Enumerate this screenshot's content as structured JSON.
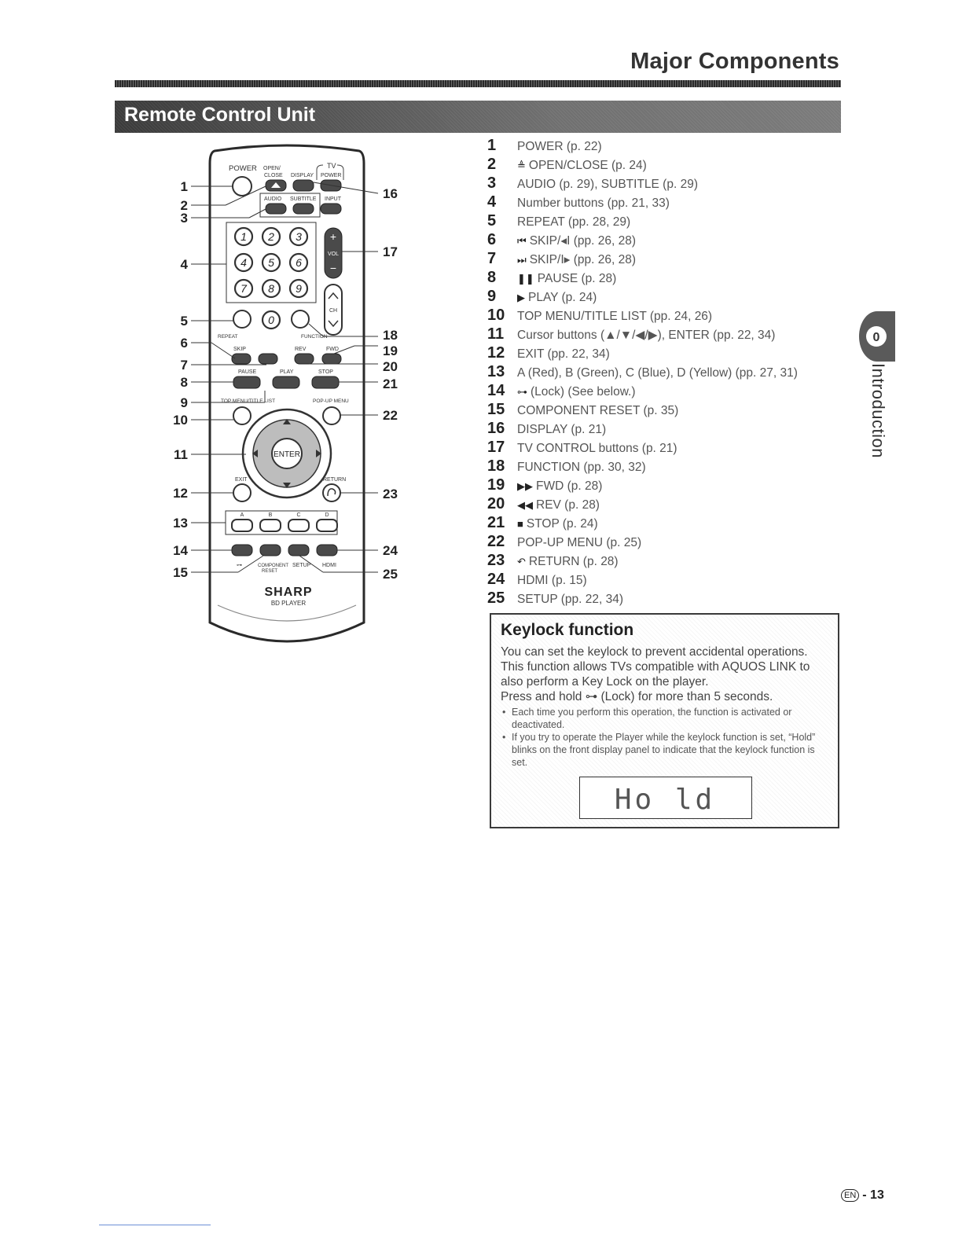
{
  "header": {
    "title": "Major Components"
  },
  "section": {
    "title": "Remote Control Unit"
  },
  "remote": {
    "labels": {
      "power": "POWER",
      "open_close_top": "OPEN/",
      "open_close_bottom": "CLOSE",
      "display": "DISPLAY",
      "tv": "TV",
      "tv_power": "POWER",
      "audio": "AUDIO",
      "subtitle": "SUBTITLE",
      "input": "INPUT",
      "vol": "VOL",
      "ch": "CH",
      "repeat": "REPEAT",
      "function": "FUNCTION",
      "skip": "SKIP",
      "rev": "REV",
      "fwd": "FWD",
      "pause": "PAUSE",
      "play": "PLAY",
      "stop": "STOP",
      "top_menu": "TOP MENU/TITLE LIST",
      "popup_menu": "POP-UP MENU",
      "enter": "ENTER",
      "exit": "EXIT",
      "return": "RETURN",
      "a": "A",
      "b": "B",
      "c": "C",
      "d": "D",
      "component_reset_top": "COMPONENT",
      "component_reset_bottom": "RESET",
      "setup": "SETUP",
      "hdmi": "HDMI",
      "brand": "SHARP",
      "model": "BD PLAYER"
    },
    "digits": [
      "1",
      "2",
      "3",
      "4",
      "5",
      "6",
      "7",
      "8",
      "9",
      "0"
    ],
    "callouts_left": [
      "1",
      "2",
      "3",
      "4",
      "5",
      "6",
      "7",
      "8",
      "9",
      "10",
      "11",
      "12",
      "13",
      "14",
      "15"
    ],
    "callouts_right": [
      "16",
      "17",
      "18",
      "19",
      "20",
      "21",
      "22",
      "23",
      "24",
      "25"
    ]
  },
  "components": [
    {
      "num": "1",
      "text": "POWER (p. 22)"
    },
    {
      "num": "2",
      "symbol": "≜",
      "text": "OPEN/CLOSE (p. 24)"
    },
    {
      "num": "3",
      "text": "AUDIO (p. 29), SUBTITLE (p. 29)"
    },
    {
      "num": "4",
      "text": "Number buttons (pp. 21, 33)"
    },
    {
      "num": "5",
      "text": "REPEAT (pp. 28, 29)"
    },
    {
      "num": "6",
      "symbol": "⏮",
      "text": "SKIP/◂I (pp. 26, 28)"
    },
    {
      "num": "7",
      "symbol": "⏭",
      "text": "SKIP/I▸ (pp. 26, 28)"
    },
    {
      "num": "8",
      "symbol": "❚❚",
      "text": "PAUSE (p. 28)"
    },
    {
      "num": "9",
      "symbol": "▶",
      "text": "PLAY (p. 24)"
    },
    {
      "num": "10",
      "text": "TOP MENU/TITLE LIST (pp. 24, 26)"
    },
    {
      "num": "11",
      "text": "Cursor buttons (▲/▼/◀/▶), ENTER (pp. 22, 34)"
    },
    {
      "num": "12",
      "text": "EXIT (pp. 22, 34)"
    },
    {
      "num": "13",
      "text": "A (Red), B (Green), C (Blue), D (Yellow) (pp. 27, 31)"
    },
    {
      "num": "14",
      "symbol": "⊶",
      "text": "(Lock) (See below.)"
    },
    {
      "num": "15",
      "text": "COMPONENT RESET (p. 35)"
    },
    {
      "num": "16",
      "text": "DISPLAY (p. 21)"
    },
    {
      "num": "17",
      "text": "TV CONTROL buttons (p. 21)"
    },
    {
      "num": "18",
      "text": "FUNCTION (pp. 30, 32)"
    },
    {
      "num": "19",
      "symbol": "▶▶",
      "text": "FWD (p. 28)"
    },
    {
      "num": "20",
      "symbol": "◀◀",
      "text": "REV (p. 28)"
    },
    {
      "num": "21",
      "symbol": "■",
      "text": "STOP (p. 24)"
    },
    {
      "num": "22",
      "text": "POP-UP MENU (p. 25)"
    },
    {
      "num": "23",
      "symbol": "↶",
      "text": "RETURN (p. 28)"
    },
    {
      "num": "24",
      "text": "HDMI (p. 15)"
    },
    {
      "num": "25",
      "text": "SETUP (pp. 22, 34)"
    }
  ],
  "keylock": {
    "title": "Keylock function",
    "para1": "You can set the keylock to prevent accidental operations. This function allows TVs compatible with AQUOS LINK to also perform a Key Lock on the player.",
    "para2": "Press and hold ⊶ (Lock) for more than 5 seconds.",
    "notes": [
      "Each time you perform this operation, the function is activated or deactivated.",
      "If you try to operate the Player while the keylock function is set, “Hold” blinks on the front display panel to indicate that the keylock function is set."
    ],
    "display_text": "Ho ld"
  },
  "side_tab": {
    "number": "0",
    "label": "Introduction"
  },
  "footer": {
    "lang": "EN",
    "page": "- 13"
  }
}
